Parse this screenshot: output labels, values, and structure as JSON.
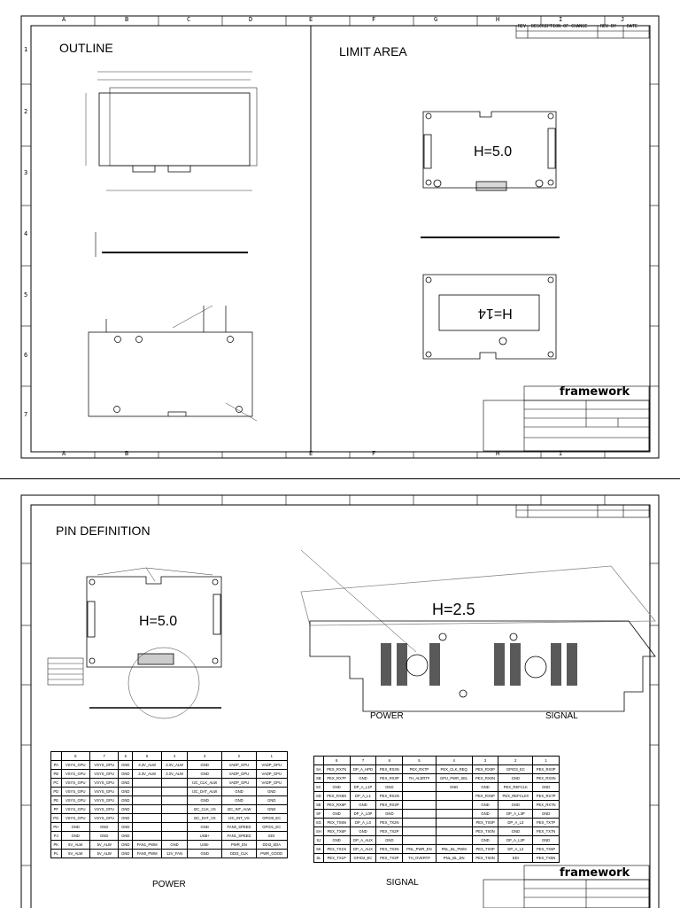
{
  "sheet1": {
    "outline_title": "OUTLINE",
    "limit_title": "LIMIT AREA",
    "h50_label": "H=5.0",
    "h14_label": "H=14",
    "logo": "framework",
    "col_letters": [
      "A",
      "B",
      "C",
      "D",
      "E",
      "F",
      "G",
      "H",
      "I",
      "J"
    ],
    "row_numbers": [
      "1",
      "2",
      "3",
      "4",
      "5",
      "6",
      "7"
    ],
    "rev_header": [
      "REV",
      "DESCRIPTION OF CHANGE",
      "REV BY",
      "DATE"
    ]
  },
  "sheet2": {
    "pin_title": "PIN DEFINITION",
    "h50_label": "H=5.0",
    "h25_label": "H=2.5",
    "power_label": "POWER",
    "signal_label": "SIGNAL",
    "power_caption": "POWER",
    "signal_caption": "SIGNAL",
    "logo": "framework",
    "power_table": {
      "headers": [
        "",
        "8",
        "7",
        "6",
        "5",
        "4",
        "3",
        "2",
        "1"
      ],
      "rows": [
        [
          "PA",
          "VSYS_GPU",
          "VSYS_GPU",
          "GND",
          "3.3V_ALW",
          "3.3V_ALW",
          "GND",
          "VADP_GPU",
          "VADP_GPU"
        ],
        [
          "PB",
          "VSYS_GPU",
          "VSYS_GPU",
          "GND",
          "3.3V_ALW",
          "3.3V_ALW",
          "GND",
          "VADP_GPU",
          "VADP_GPU"
        ],
        [
          "PC",
          "VSYS_GPU",
          "VSYS_GPU",
          "GND",
          "",
          "",
          "I2C_CLK_ALW",
          "VADP_GPU",
          "VADP_GPU"
        ],
        [
          "PD",
          "VSYS_GPU",
          "VSYS_GPU",
          "GND",
          "",
          "",
          "I2C_DAT_ALW",
          "GND",
          "GND"
        ],
        [
          "PE",
          "VSYS_GPU",
          "VSYS_GPU",
          "GND",
          "",
          "",
          "GND",
          "GND",
          "GND"
        ],
        [
          "PF",
          "VSYS_GPU",
          "VSYS_GPU",
          "GND",
          "",
          "",
          "I2C_CLK_VS",
          "I2C_INT_ALW",
          "GND"
        ],
        [
          "PG",
          "VSYS_GPU",
          "VSYS_GPU",
          "GND",
          "",
          "",
          "I2C_DAT_VS",
          "I2C_INT_VS",
          "GPIO0_EC"
        ],
        [
          "PH",
          "GND",
          "GND",
          "GND",
          "",
          "",
          "GND",
          "FAN0_SPEED",
          "GPIO1_EC"
        ],
        [
          "PJ",
          "GND",
          "GND",
          "GND",
          "",
          "",
          "USB+",
          "FAN1_SPEED",
          "EDI"
        ],
        [
          "PK",
          "5V_ALW",
          "5V_ALW",
          "GND",
          "FAN1_PWM",
          "GND",
          "USB-",
          "PWR_EN",
          "DDI3_SDA"
        ],
        [
          "PL",
          "5V_ALW",
          "5V_ALW",
          "GND",
          "FAN0_PWM",
          "12V_FAN",
          "GND",
          "DDI3_CLK",
          "PWR_GOOD"
        ]
      ]
    },
    "signal_table": {
      "headers": [
        "",
        "8",
        "7",
        "6",
        "5",
        "4",
        "3",
        "2",
        "1"
      ],
      "rows": [
        [
          "SA",
          "PEX_RX7N",
          "DP_A_HPD",
          "PEX_RX3N",
          "PEX_RX7P",
          "PEX_CLK_REQ",
          "PEX_RX0P",
          "GPIO3_EC",
          "PEX_RX0P"
        ],
        [
          "SB",
          "PEX_RX7P",
          "GND",
          "PEX_RX3P",
          "TH_ALERT#",
          "GPU_PWR_SEL",
          "PEX_RX0N",
          "GND",
          "PEX_RX0N"
        ],
        [
          "SC",
          "GND",
          "DP_A_L1P",
          "GND",
          "",
          "GND",
          "GND",
          "PEX_REFCLK",
          "GND"
        ],
        [
          "SD",
          "PEX_RX6N",
          "DP_A_L1",
          "PEX_RX2N",
          "",
          "",
          "PEX_RX0P",
          "PEX_REFCLK#",
          "PEX_RX7P"
        ],
        [
          "SE",
          "PEX_RX6P",
          "GND",
          "PEX_RX2P",
          "",
          "",
          "GND",
          "GND",
          "PEX_RX7N"
        ],
        [
          "SF",
          "GND",
          "DP_A_L0P",
          "GND",
          "",
          "",
          "GND",
          "DP_A_L3P",
          "GND"
        ],
        [
          "SG",
          "PEX_TX6N",
          "DP_A_L0",
          "PEX_TX2N",
          "",
          "",
          "PEX_TX0P",
          "DP_A_L3",
          "PEX_TX7P"
        ],
        [
          "SH",
          "PEX_TX6P",
          "GND",
          "PEX_TX2P",
          "",
          "",
          "PEX_TX0N",
          "GND",
          "PEX_TX7N"
        ],
        [
          "SJ",
          "GND",
          "DP_A_AUX",
          "GND",
          "",
          "",
          "GND",
          "DP_A_L2P",
          "GND"
        ],
        [
          "SK",
          "PEX_TX1N",
          "DP_A_AUX",
          "PEX_TX3N",
          "PNL_PWR_EN",
          "PNL_BL_PWM",
          "PEX_TX0P",
          "DP_A_L2",
          "PEX_TX5P"
        ],
        [
          "SL",
          "PEX_TX1P",
          "GPIO2_EC",
          "PEX_TX3P",
          "TH_OVERT#",
          "PNL_BL_EN",
          "PEX_TX0N",
          "EDI",
          "PEX_TX5N"
        ]
      ]
    }
  }
}
